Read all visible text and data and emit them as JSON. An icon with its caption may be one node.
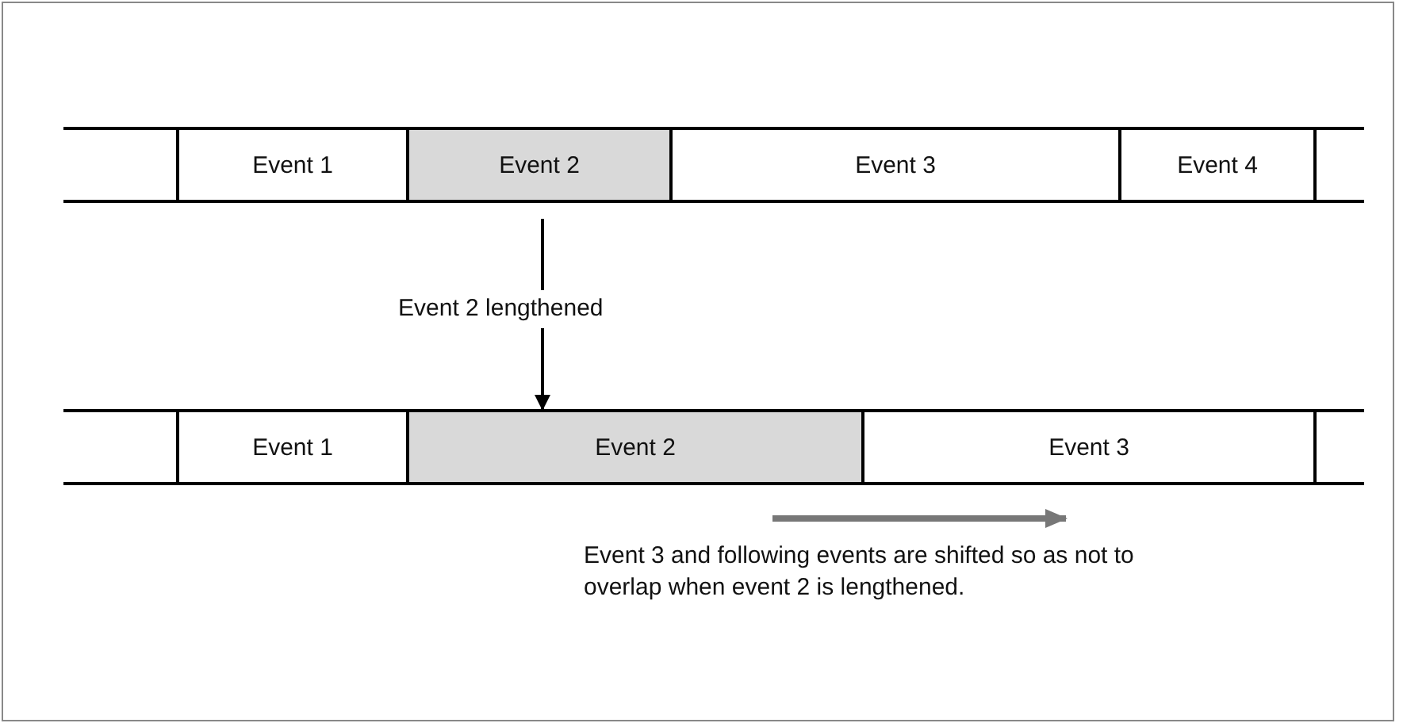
{
  "diagram": {
    "nodes": [
      {
        "text": [],
        "shape": "box"
      },
      {
        "text": [
          "Event 1"
        ]
      },
      {
        "text": [
          "Event 2"
        ]
      },
      {
        "text": [
          "Event 3"
        ]
      },
      {
        "text": [
          "Event 4"
        ]
      },
      {
        "text": [],
        "shape": "box"
      },
      {
        "text": [],
        "shape": "box"
      },
      {
        "text": [
          "Event 1"
        ]
      },
      {
        "text": [
          "Event 2"
        ]
      },
      {
        "text": [
          "Event 3"
        ]
      },
      {
        "text": [],
        "shape": "box"
      }
    ],
    "edges": [
      {
        "from": 2,
        "to": 8,
        "arrow": "to",
        "label": "Event 2 lengthened"
      }
    ],
    "labels": [
      "Event 3 and following events are shifted so as not to overlap when event 2 is lengthened."
    ]
  }
}
